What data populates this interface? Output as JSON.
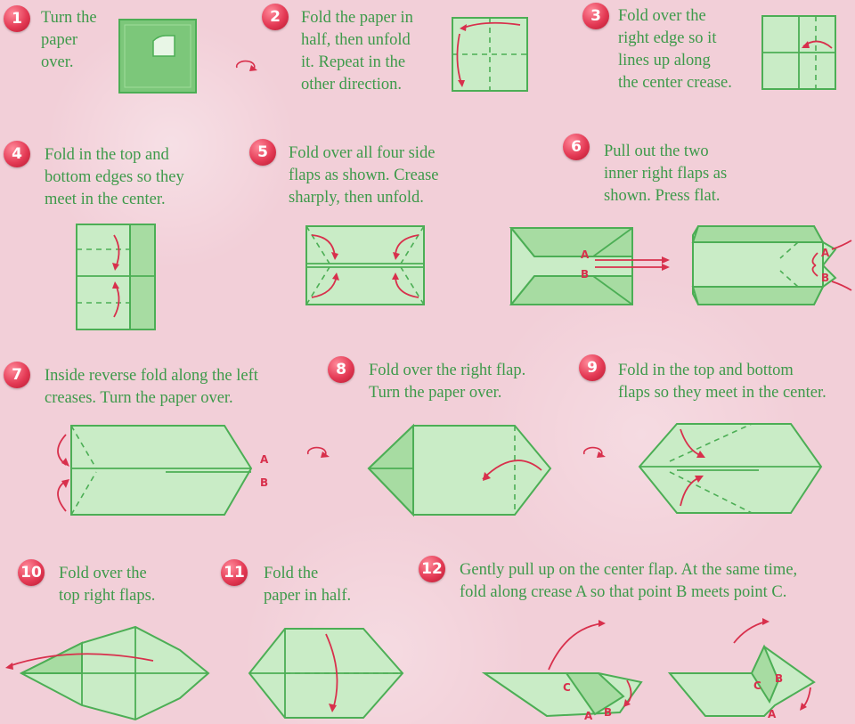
{
  "steps": [
    {
      "num": "1",
      "text": "Turn the\npaper\nover."
    },
    {
      "num": "2",
      "text": "Fold the paper in\nhalf, then unfold\nit. Repeat in the\nother direction."
    },
    {
      "num": "3",
      "text": "Fold over the\nright edge so it\nlines up along\nthe center crease."
    },
    {
      "num": "4",
      "text": "Fold in the top and\nbottom edges so they\nmeet in the center."
    },
    {
      "num": "5",
      "text": "Fold over all four side\nflaps as shown. Crease\nsharply, then unfold."
    },
    {
      "num": "6",
      "text": "Pull out the two\ninner right flaps as\nshown. Press flat."
    },
    {
      "num": "7",
      "text": "Inside reverse fold along the left\ncreases. Turn the paper over."
    },
    {
      "num": "8",
      "text": "Fold over the right flap.\nTurn the paper over."
    },
    {
      "num": "9",
      "text": "Fold in the top and bottom\nflaps so they meet in the center."
    },
    {
      "num": "10",
      "text": "Fold over the\ntop right flaps."
    },
    {
      "num": "11",
      "text": "Fold the\npaper in half."
    },
    {
      "num": "12",
      "text": "Gently pull up on the center flap. At the same time,\nfold along crease A so that point B meets point C."
    }
  ],
  "point_labels": {
    "a": "A",
    "b": "B",
    "c": "C"
  },
  "colors": {
    "background": "#f2cfd8",
    "text": "#3d9a4a",
    "badge": "#e43a55",
    "arrow": "#d8304c",
    "paper": "#c9ecc6",
    "line": "#4cae55"
  }
}
